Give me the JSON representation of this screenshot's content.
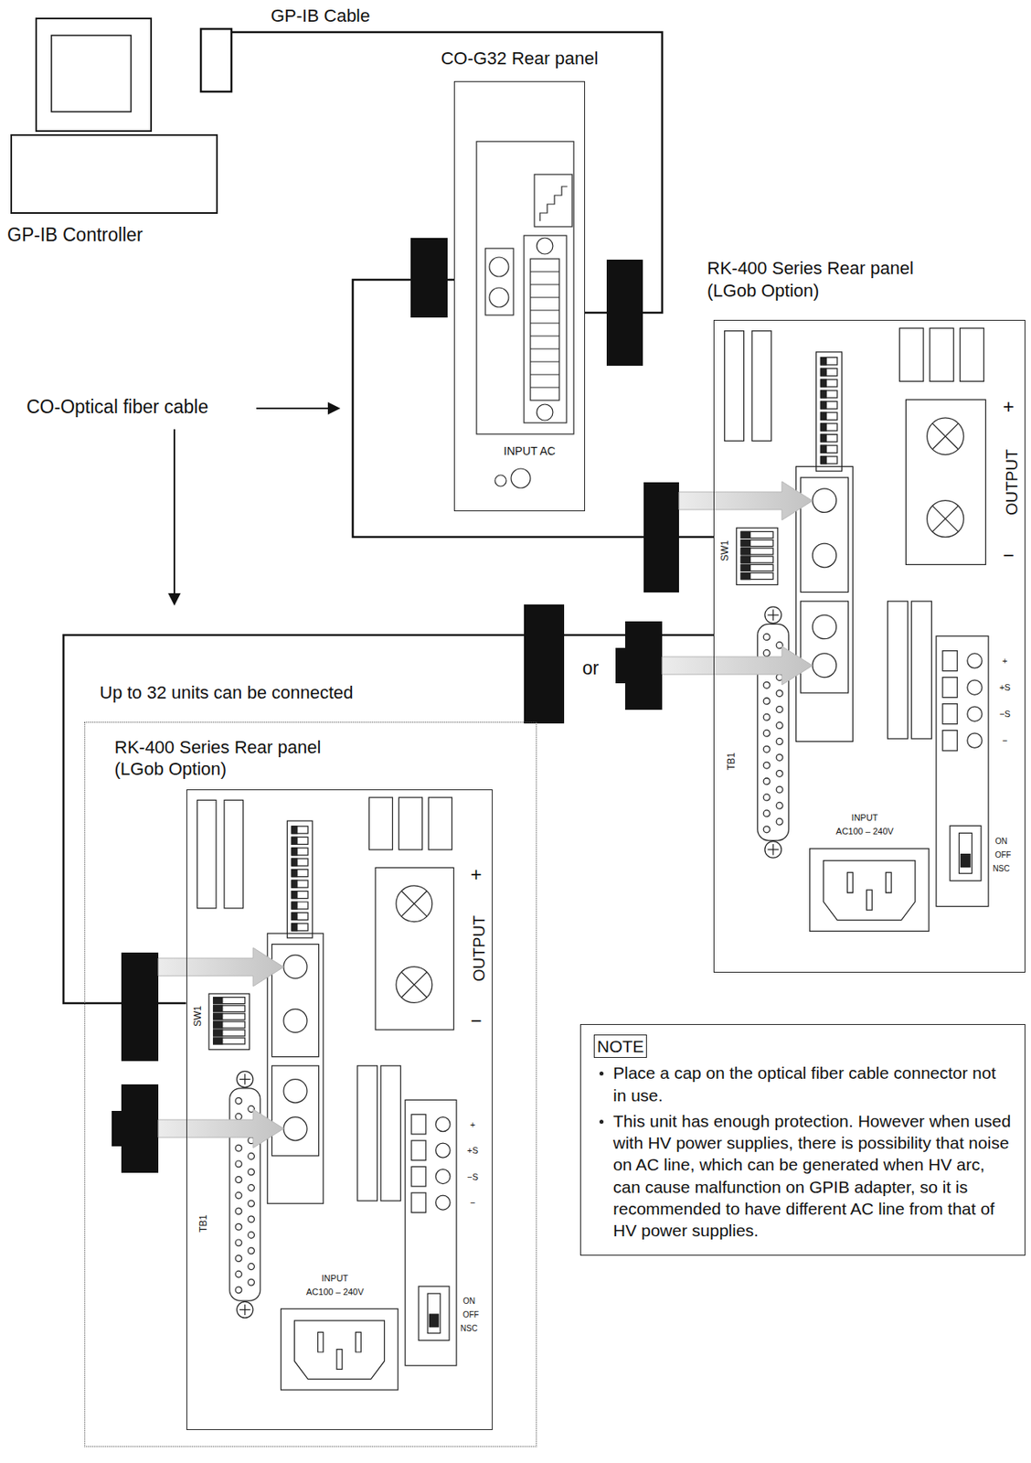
{
  "diagram": {
    "nodes": [
      {
        "text": [
          "GP-IB Controller"
        ]
      },
      {
        "text": [
          "CO-G32 Rear panel",
          "INPUT AC"
        ]
      },
      {
        "text": [
          "RK-400 Series Rear panel (LGob Option)"
        ]
      },
      {
        "text": [
          "Up to 32 units can be connected"
        ]
      },
      {
        "text": [
          "RK-400 Series Rear panel (LGob Option)"
        ],
        "in": 3
      },
      {
        "text": [
          "NOTE",
          "Place a cap on the optical fiber cable connector not in use.",
          "This unit has enough protection. However when used with HV power supplies, there is possibility that noise on AC line, which can be generated when HV arc, can cause malfunction on GPIB adapter, so it is recommended to have different AC line from that of HV power supplies."
        ]
      }
    ],
    "edges": [
      {
        "from": 0,
        "to": 1,
        "label": "GP-IB Cable",
        "arrow": "none"
      },
      {
        "from": 1,
        "to": 2,
        "arrow": "none"
      },
      {
        "from": 2,
        "to": 4,
        "arrow": "none"
      }
    ],
    "labels": [
      "CO-Optical fiber cable",
      "or",
      "SW1",
      "TB1",
      "+",
      "OUTPUT",
      "−",
      "+",
      "+S",
      "−S",
      "−",
      "INPUT",
      "AC100 – 240V",
      "ON",
      "OFF",
      "NSC",
      "SW1",
      "TB1",
      "+",
      "OUTPUT",
      "−",
      "+",
      "+S",
      "−S",
      "−",
      "INPUT",
      "AC100 – 240V",
      "ON",
      "OFF",
      "NSC"
    ]
  }
}
